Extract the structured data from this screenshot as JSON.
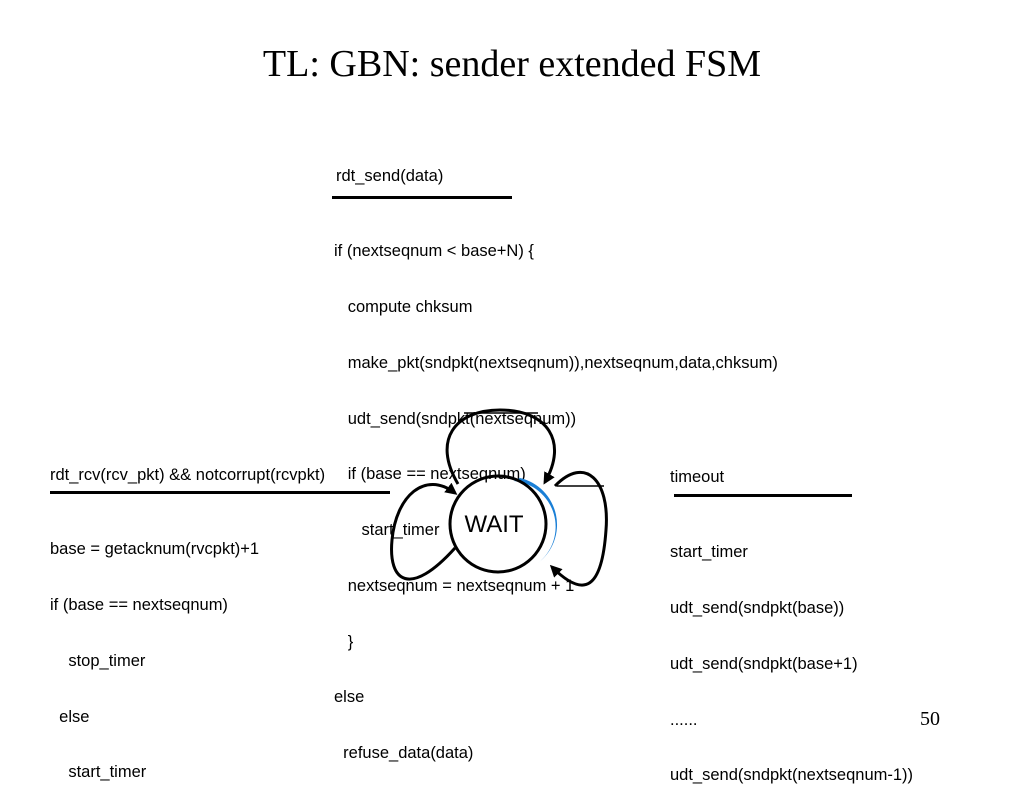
{
  "title": "TL: GBN: sender extended FSM",
  "state": {
    "label": "WAIT",
    "accent": "#1a7fd6"
  },
  "transitions": {
    "send": {
      "event": "rdt_send(data)",
      "actions": [
        "if (nextseqnum < base+N) {",
        "   compute chksum",
        "   make_pkt(sndpkt(nextseqnum)),nextseqnum,data,chksum)",
        "   udt_send(sndpkt(nextseqnum))",
        "   if (base == nextseqnum)",
        "      start_timer",
        "   nextseqnum = nextseqnum + 1",
        "   }",
        "else",
        "  refuse_data(data)"
      ]
    },
    "receive": {
      "event": "rdt_rcv(rcv_pkt) && notcorrupt(rcvpkt)",
      "actions": [
        "base = getacknum(rvcpkt)+1",
        "if (base == nextseqnum)",
        "    stop_timer",
        "  else",
        "    start_timer"
      ]
    },
    "timeout": {
      "event": "timeout",
      "actions": [
        "start_timer",
        "udt_send(sndpkt(base))",
        "udt_send(sndpkt(base+1)",
        "......",
        "udt_send(sndpkt(nextseqnum-1))"
      ]
    }
  },
  "page_number": "50"
}
